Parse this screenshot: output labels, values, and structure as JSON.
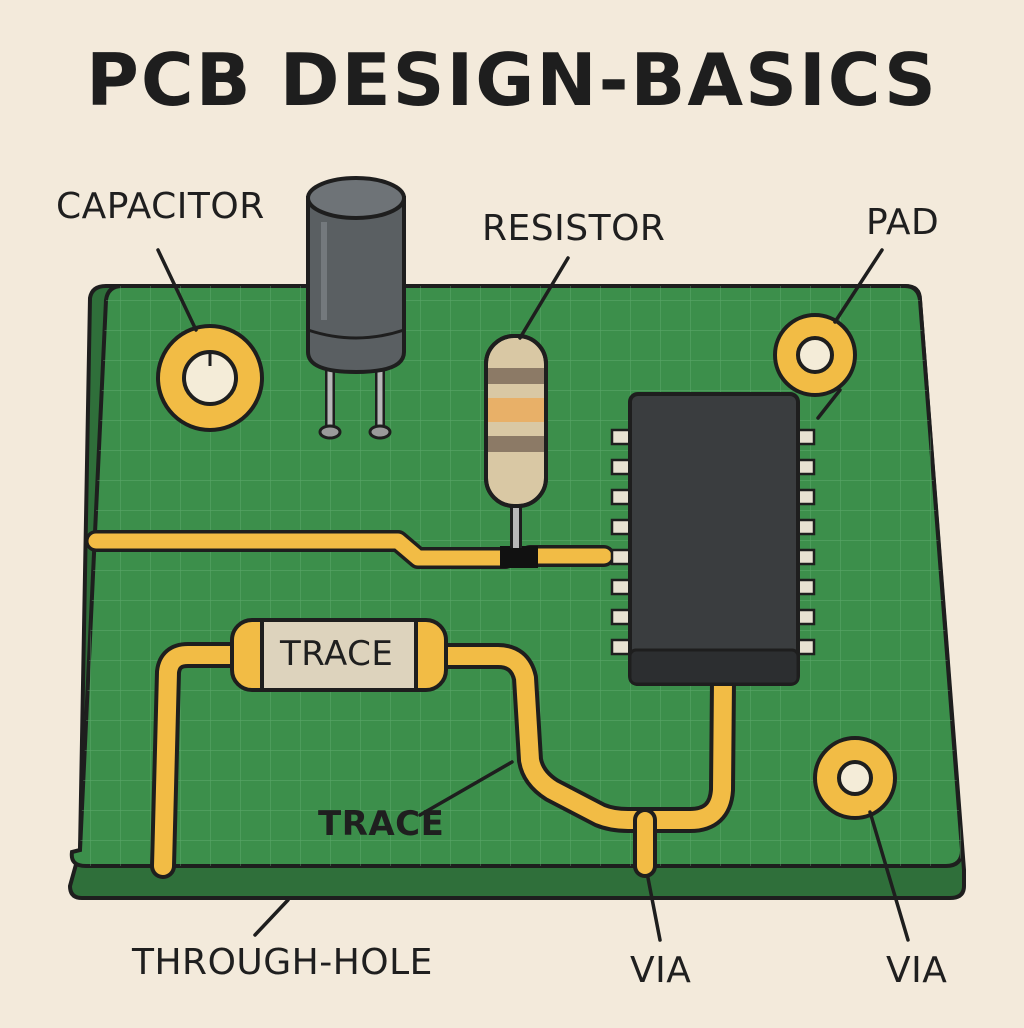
{
  "title": "PCB DESIGN-BASICS",
  "labels": {
    "capacitor": "CAPACITOR",
    "resistor": "RESISTOR",
    "pad": "PAD",
    "trace_component": "TRACE",
    "trace": "TRACE",
    "through_hole": "THROUGH-HOLE",
    "via_center": "VIA",
    "via_right": "VIA"
  },
  "colors": {
    "background": "#f3eadb",
    "board": "#3c8f4b",
    "board_edge": "#2f6f3a",
    "copper": "#f2bc45",
    "chip": "#3a3d3f",
    "outline": "#1e1e1e"
  }
}
